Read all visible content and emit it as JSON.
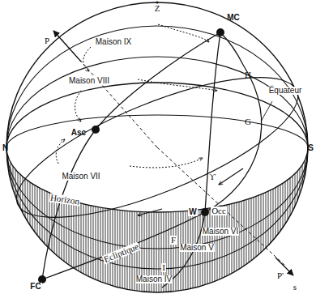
{
  "diagram": {
    "labels": [
      "Z",
      "P",
      "MC",
      "Maison IX",
      "Maison VIII",
      "H",
      "Équateur",
      "G",
      "Asc",
      "Maison VII",
      "N",
      "S",
      "Horizon",
      "W",
      "ϒ",
      "Occ",
      "Maison VI",
      "Ecliptique",
      "F",
      "Maison V",
      "I",
      "Maison IV",
      "FC",
      "P'",
      "s"
    ]
  }
}
